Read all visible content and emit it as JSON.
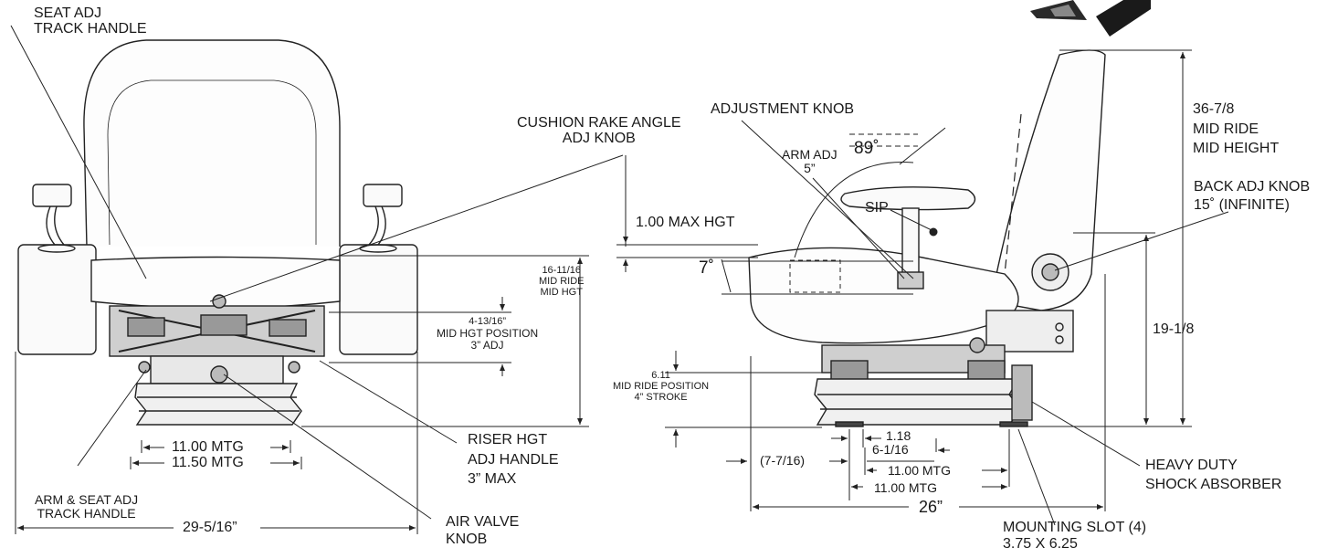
{
  "front_view": {
    "seat_track_handle": [
      "SEAT ADJ",
      "TRACK HANDLE"
    ],
    "cushion_rake": [
      "CUSHION RAKE ANGLE",
      "ADJ KNOB"
    ],
    "mid_ride_height": [
      "16-11/16",
      "MID RIDE",
      "MID HGT"
    ],
    "mid_hgt_position": [
      "4-13/16”",
      "MID HGT POSITION",
      "3” ADJ"
    ],
    "riser_handle": [
      "RISER HGT",
      "ADJ HANDLE",
      "3” MAX"
    ],
    "mtg_inner": "11.00 MTG",
    "mtg_outer": "11.50 MTG",
    "arm_seat_track": [
      "ARM & SEAT ADJ",
      "TRACK HANDLE"
    ],
    "overall_width": "29-5/16”",
    "air_valve": [
      "AIR VALVE",
      "KNOB"
    ]
  },
  "side_view": {
    "adjustment_knob": "ADJUSTMENT KNOB",
    "arm_adj": [
      "ARM ADJ",
      "5”"
    ],
    "arm_angle": "89˚",
    "sip": "SIP",
    "max_hgt": "1.00 MAX HGT",
    "cushion_angle": "7˚",
    "mid_ride_position": [
      "6.11",
      "MID RIDE POSITION",
      "4” STROKE"
    ],
    "overall_height": [
      "36-7/8",
      "MID RIDE",
      "MID HEIGHT"
    ],
    "back_adj_knob": [
      "BACK ADJ KNOB",
      "15˚ (INFINITE)"
    ],
    "back_height": "19-1/8",
    "dim_118": "1.18",
    "dim_6116": "6-1/16",
    "dim_7716": "(7-7/16)",
    "mtg_a": "11.00 MTG",
    "mtg_b": "11.00 MTG",
    "overall_depth": "26”",
    "shock_absorber": [
      "HEAVY DUTY",
      "SHOCK ABSORBER"
    ],
    "mounting_slot": [
      "MOUNTING SLOT (4)",
      "3.75 X 6.25"
    ]
  }
}
